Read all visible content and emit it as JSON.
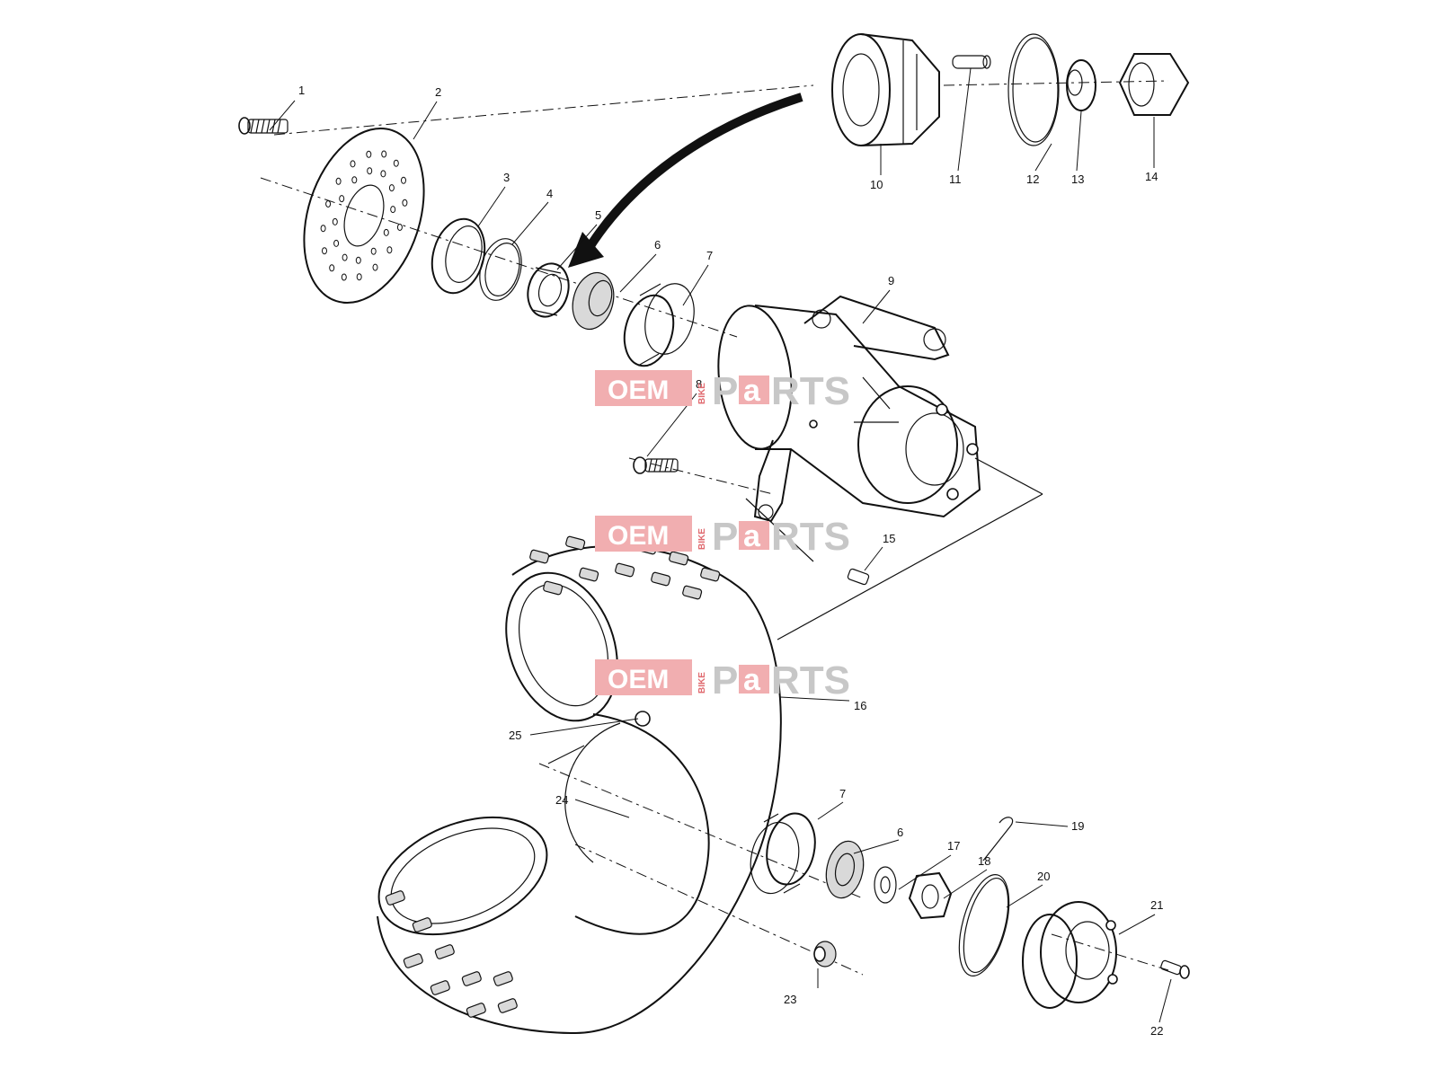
{
  "diagram": {
    "callouts": [
      "1",
      "2",
      "3",
      "4",
      "5",
      "6",
      "7",
      "8",
      "9",
      "10",
      "11",
      "12",
      "13",
      "14",
      "15",
      "16",
      "25",
      "24",
      "7",
      "6",
      "17",
      "18",
      "19",
      "20",
      "21",
      "23",
      "22"
    ]
  },
  "watermark": {
    "brand_left": "OEM",
    "brand_small": "BIKE",
    "brand_right_1": "P",
    "brand_right_2": "a",
    "brand_right_3": "RTS",
    "color": "#e06a6f"
  }
}
